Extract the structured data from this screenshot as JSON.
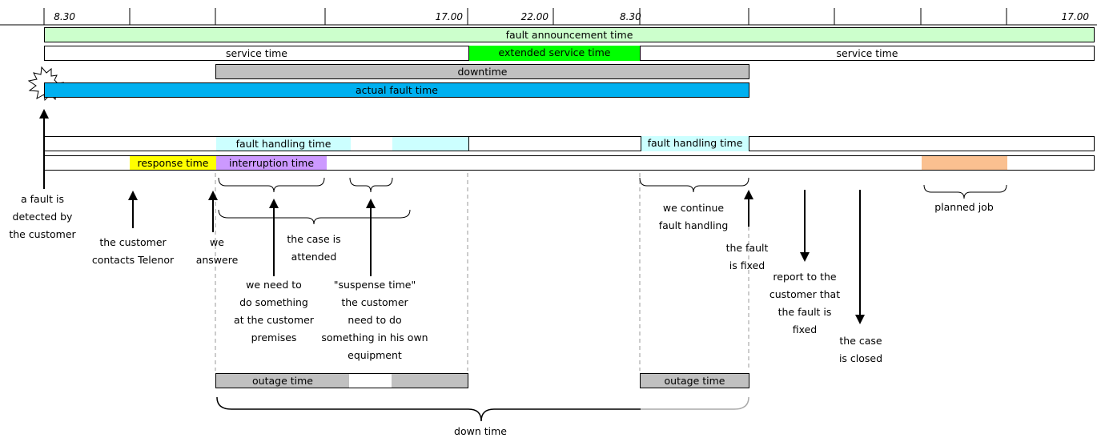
{
  "timeline": {
    "times": [
      "8.30",
      "17.00",
      "22.00",
      "8.30",
      "17.00"
    ]
  },
  "bars": {
    "fault_announcement": "fault announcement time",
    "service_left": "service time",
    "extended_service": "extended service time",
    "service_right": "service time",
    "downtime": "downtime",
    "actual_fault": "actual fault time"
  },
  "handling": {
    "fault_handling_1": "fault handling time",
    "fault_handling_2": "fault handling time",
    "response": "response time",
    "interruption": "interruption time",
    "outage_1": "outage time",
    "outage_2": "outage time"
  },
  "annotations": {
    "fault_detected": [
      "a fault is",
      "detected by",
      "the customer"
    ],
    "customer_contacts": [
      "the customer",
      "contacts Telenor"
    ],
    "we_answere": [
      "we",
      "answere"
    ],
    "case_attended": [
      "the case is",
      "attended"
    ],
    "need_to_do": [
      "we need to",
      "do something",
      "at the customer",
      "premises"
    ],
    "suspense": [
      "\"suspense time\"",
      "the customer",
      "need to do",
      "something in his own",
      "equipment"
    ],
    "continue_handling": [
      "we continue",
      "fault handling"
    ],
    "fault_fixed": [
      "the fault",
      "is fixed"
    ],
    "report": [
      "report to the",
      "customer that",
      "the fault is",
      "fixed"
    ],
    "case_closed": [
      "the case",
      "is closed"
    ],
    "planned_job": "planned job",
    "down_time": "down time"
  },
  "colors": {
    "fault_announcement": "#ccffcc",
    "extended_service": "#00ff00",
    "downtime": "#c0c0c0",
    "actual_fault": "#00b0f0",
    "fault_handling": "#ccffff",
    "response": "#ffff00",
    "interruption": "#cc99ff",
    "outage": "#c0c0c0",
    "planned_job": "#fac090"
  }
}
